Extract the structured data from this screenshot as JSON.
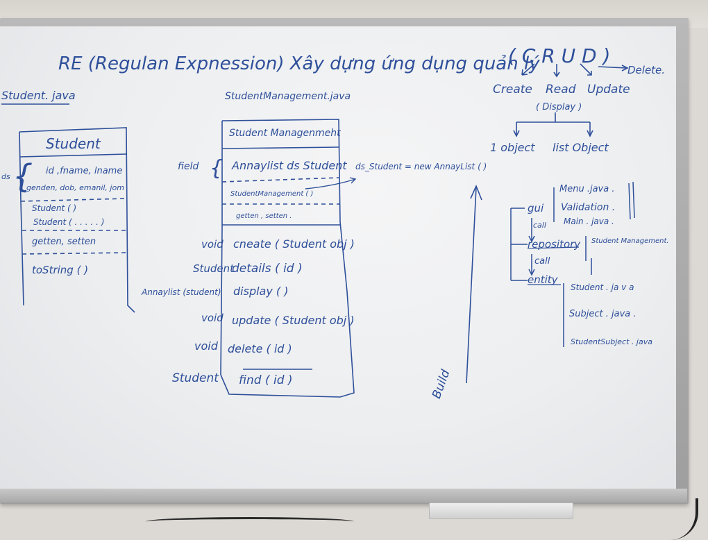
{
  "heading": {
    "text": "RE (Regulan Expnession) Xây dựng ứng dụng quản lý",
    "crud": "( C R U D )",
    "delete_label": "Delete.",
    "create_label": "Create",
    "read_label": "Read",
    "update_label": "Update",
    "display_label": "( Display )",
    "one_object": "1 object",
    "list_object": "list Object"
  },
  "student_file": {
    "filename": "Student. java",
    "class_name": "Student",
    "fields_line1": "id ,fname, lname",
    "fields_line2": "genden, dob, emanil, jom",
    "constructor1": "Student ( )",
    "constructor2": "Student ( . . . . . )",
    "accessors": "getten, setten",
    "tostring": "toString ( )",
    "left_margin_label": "ds"
  },
  "management_file": {
    "filename": "StudentManagement.java",
    "class_name": "Student Managenmeht",
    "field_label": "field",
    "field_decl": "Annaylist ds Student",
    "new_expr": "ds_Student = new AnnayList ( )",
    "constructor": "StudentManagement ( )",
    "accessors": "getten , setten .",
    "methods": [
      {
        "ret": "void",
        "name": "cneate ( Student obj )"
      },
      {
        "ret": "Student",
        "name": "details ( id )"
      },
      {
        "ret": "Annaylist (student)",
        "name": "display ( )"
      },
      {
        "ret": "void",
        "name": "update ( Student obj )"
      },
      {
        "ret": "void",
        "name": "delete ( id )"
      },
      {
        "ret": "Student",
        "name": "find ( id )"
      }
    ]
  },
  "build_label": "Build",
  "packages": {
    "gui": "gui",
    "call1": "call",
    "repository": "repository",
    "call2": "call",
    "entity": "entity",
    "gui_files": [
      "Menu .java .",
      "Validation .",
      "Main . java ."
    ],
    "repository_files": [
      "Student Management."
    ],
    "entity_files": [
      "Student . ja v a",
      "Subject . java .",
      "StudentSubject . java"
    ]
  }
}
